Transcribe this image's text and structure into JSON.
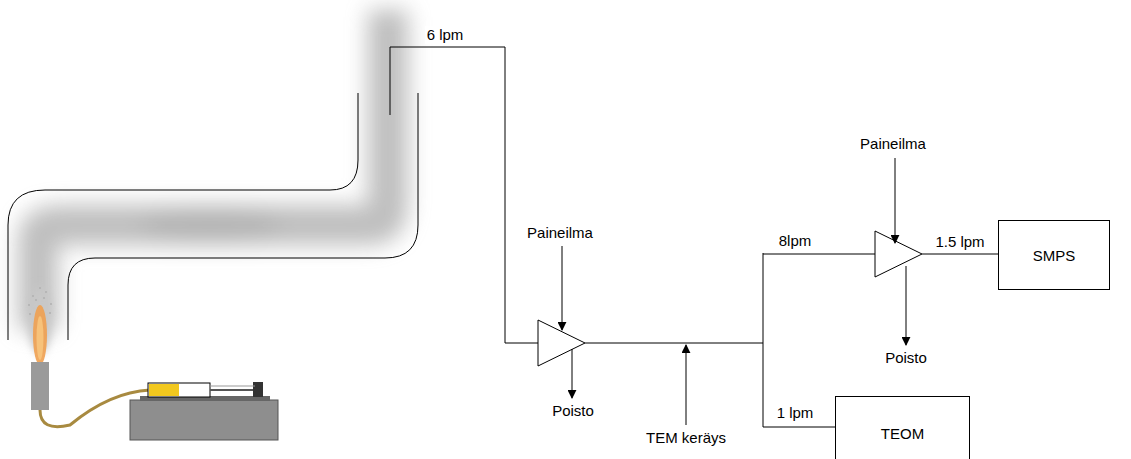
{
  "diagram": {
    "nodes": [
      {
        "text": [
          "SMPS"
        ]
      },
      {
        "text": [
          "TEOM"
        ]
      }
    ],
    "labels": [
      "6 lpm",
      "Paineilma",
      "Poisto",
      "TEM keräys",
      "8lpm",
      "Paineilma",
      "1.5 lpm",
      "Poisto",
      "1 lpm"
    ]
  }
}
